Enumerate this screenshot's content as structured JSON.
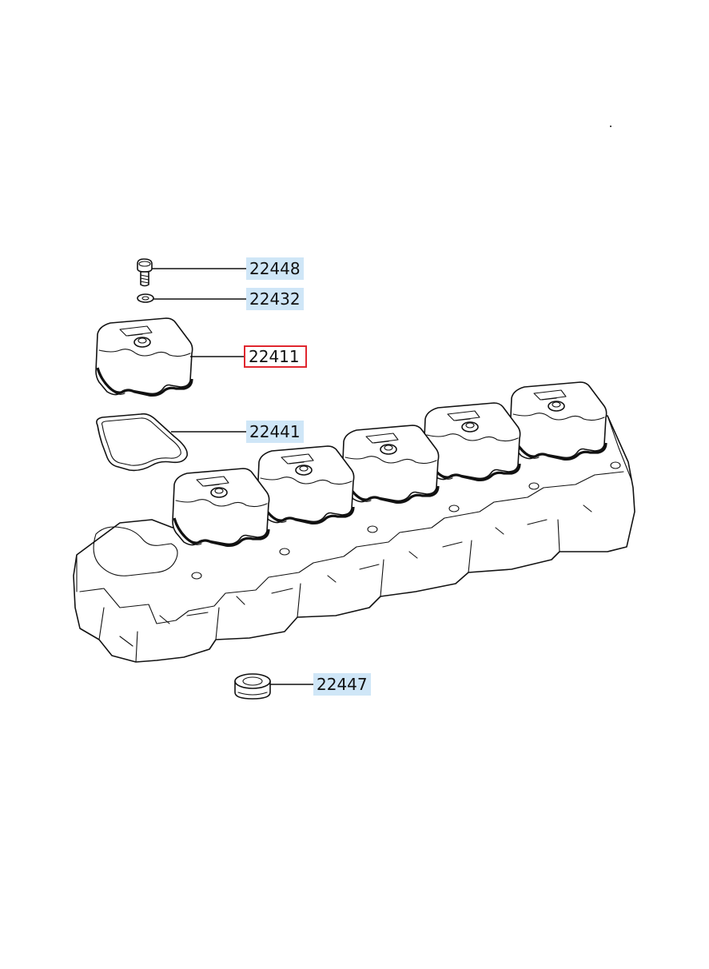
{
  "parts": [
    {
      "id": "bolt",
      "number": "22448",
      "icon": "bolt-icon"
    },
    {
      "id": "washer",
      "number": "22432",
      "icon": "washer-icon"
    },
    {
      "id": "cover",
      "number": "22411",
      "icon": "rocker-cover-icon",
      "selected": true
    },
    {
      "id": "gasket",
      "number": "22441",
      "icon": "gasket-icon"
    },
    {
      "id": "seal",
      "number": "22447",
      "icon": "plug-seal-icon"
    }
  ],
  "colors": {
    "label_bg": "#cfe6f7",
    "selected_border": "#e0262e",
    "line": "#111111"
  }
}
